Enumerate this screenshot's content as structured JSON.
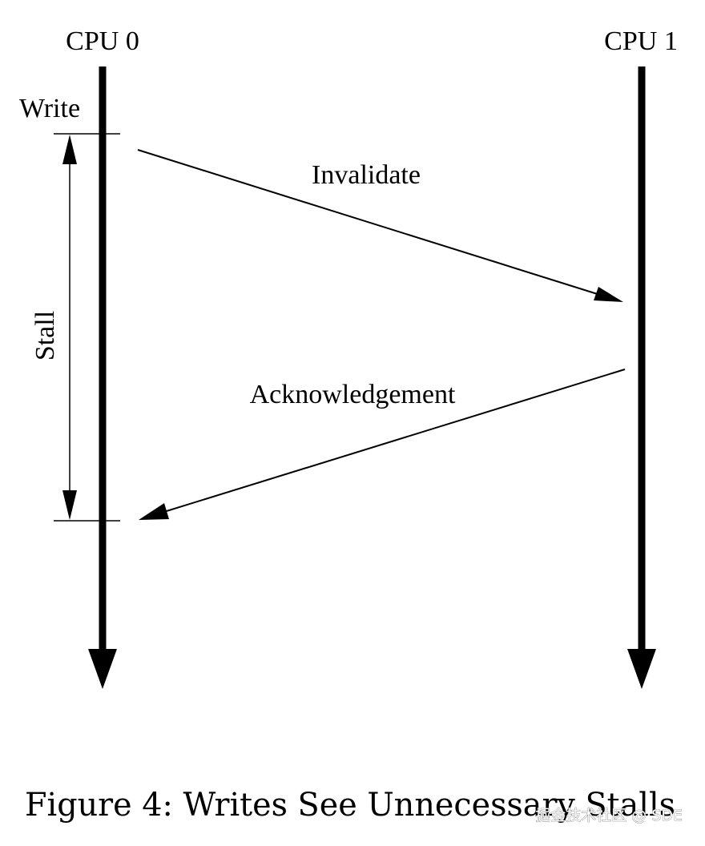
{
  "cpus": [
    {
      "label": "CPU 0"
    },
    {
      "label": "CPU 1"
    }
  ],
  "messages": [
    {
      "label": "Invalidate",
      "from": "CPU 0",
      "to": "CPU 1"
    },
    {
      "label": "Acknowledgement",
      "from": "CPU 1",
      "to": "CPU 0"
    }
  ],
  "event_label": "Write",
  "interval_label": "Stall",
  "caption": "Figure 4: Writes See Unnecessary Stalls",
  "watermark": "掘金技术社区 @ SDE"
}
